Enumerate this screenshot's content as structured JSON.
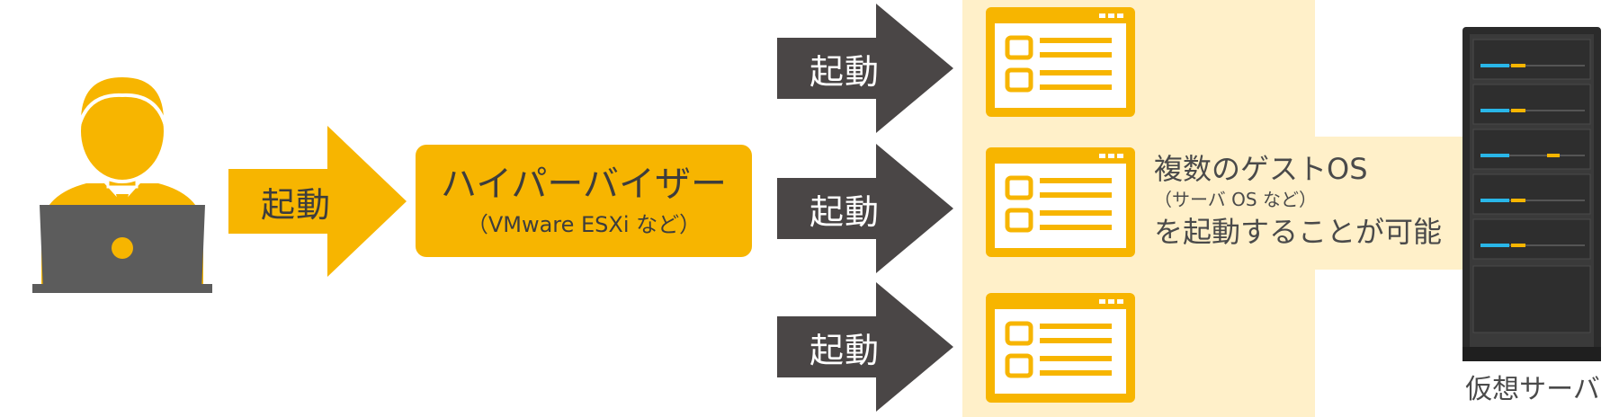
{
  "colors": {
    "accent": "#f7b500",
    "dark_arrow": "#4a4646",
    "panel_bg": "#fff0c9",
    "server_body": "#2b2b2b"
  },
  "user": {
    "icon": "person-with-laptop-icon"
  },
  "main_arrow": {
    "label": "起動"
  },
  "hypervisor": {
    "title": "ハイパーバイザー",
    "subtitle": "（VMware ESXi など）"
  },
  "vm_arrows": [
    {
      "label": "起動"
    },
    {
      "label": "起動"
    },
    {
      "label": "起動"
    }
  ],
  "guest_os": {
    "icon": "window-list-icon",
    "description_line1": "複数のゲストOS",
    "description_line2": "（サーバ OS など）",
    "description_line3": "を起動することが可能"
  },
  "server": {
    "icon": "server-rack-icon",
    "label": "仮想サーバ"
  }
}
